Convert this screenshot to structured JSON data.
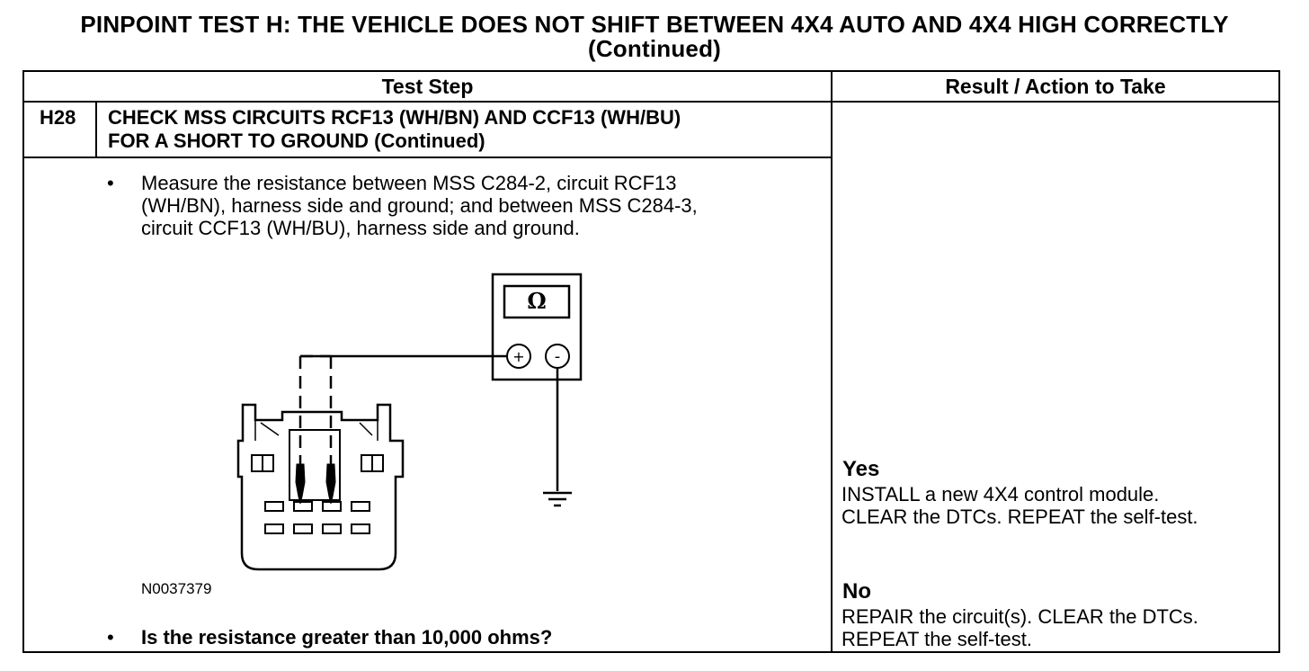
{
  "title": {
    "line1": "PINPOINT TEST  H: THE VEHICLE DOES NOT SHIFT BETWEEN 4X4 AUTO AND 4X4 HIGH CORRECTLY",
    "line2": "(Continued)"
  },
  "table": {
    "header_step": "Test Step",
    "header_result": "Result / Action to Take",
    "step_id": "H28",
    "step_title_1": "CHECK MSS CIRCUITS RCF13 (WH/BN) AND CCF13 (WH/BU)",
    "step_title_2": "FOR A SHORT TO GROUND (Continued)",
    "bullet_char": "•",
    "instruction_1": "Measure the resistance between MSS C284-2, circuit RCF13",
    "instruction_2": "(WH/BN), harness side and ground; and between MSS C284-3,",
    "instruction_3": "circuit CCF13 (WH/BU), harness side and ground.",
    "question": "Is the resistance greater than 10,000 ohms?"
  },
  "figure": {
    "meter_symbol": "Ω",
    "plus_symbol": "+",
    "minus_symbol": "-",
    "figure_id": "N0037379"
  },
  "results": {
    "yes_label": "Yes",
    "yes_line1": "INSTALL a new 4X4 control module.",
    "yes_line2": "CLEAR the DTCs. REPEAT the self-test.",
    "no_label": "No",
    "no_line1": "REPAIR the circuit(s). CLEAR the DTCs.",
    "no_line2": "REPEAT the self-test."
  }
}
